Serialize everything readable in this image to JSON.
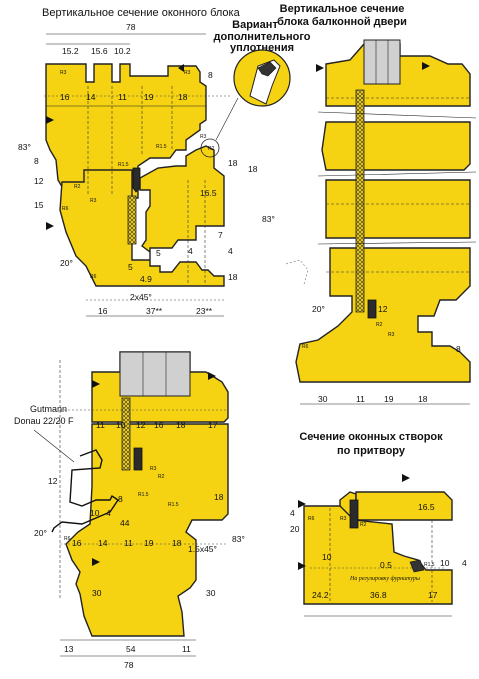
{
  "titles": {
    "window_frame": "Вертикальное сечение оконного блока",
    "variant_line1": "Вариант",
    "variant_line2": "дополнительного",
    "variant_line3": "уплотнения",
    "door_line1": "Вертикальное сечение",
    "door_line2": "блока балконной двери",
    "sash_line1": "Сечение оконных створок",
    "sash_line2": "по притвору"
  },
  "callout": {
    "line1": "Gutmann",
    "line2": "Donau 22/20 F"
  },
  "note": {
    "fittings": "На регулировку фурнитуры"
  },
  "colors": {
    "profile": "#f5d312",
    "outline": "#222222",
    "glass": "#d0d0d0"
  },
  "frame": {
    "d78": "78",
    "d15_2": "15.2",
    "d15_6": "15.6",
    "d10_2": "10.2",
    "d8": "8",
    "d16": "16",
    "d14": "14",
    "d11": "11",
    "d19": "19",
    "d18": "18",
    "d83": "83°",
    "d8b": "8",
    "d12": "12",
    "d15": "15",
    "d18b": "18",
    "d18c": "18",
    "d16_5": "16.5",
    "d83b": "83°",
    "d7": "7",
    "d5": "5",
    "d5b": "5",
    "d4_9": "4.9",
    "d4": "4",
    "d4b": "4",
    "d18d": "18",
    "d20": "20°",
    "d2x45": "2x45°",
    "d16b": "16",
    "d37": "37**",
    "d23": "23**",
    "r3": "R3",
    "r3b": "R3",
    "r2": "R2",
    "r1_5": "R1.5",
    "r1_5b": "R1.5",
    "r3c": "R3",
    "r6": "R6",
    "r6b": "R6",
    "r2b": "R2",
    "r3d": "R3"
  },
  "door": {
    "d20": "20°",
    "d12": "12",
    "d8": "8",
    "d30": "30",
    "d11": "11",
    "d19": "19",
    "d18": "18",
    "r6": "R6",
    "r2": "R2",
    "r3": "R3"
  },
  "bottom": {
    "d11": "11",
    "d10": "10",
    "d12": "12",
    "d16": "16",
    "d18": "18",
    "d17": "17",
    "d12b": "12",
    "d8": "8",
    "d18b": "18",
    "d10b": "10",
    "d4": "4",
    "d44": "44",
    "d16b": "16",
    "d14": "14",
    "d11b": "11",
    "d19": "19",
    "d18c": "18",
    "d1_5x45": "1.5x45°",
    "d83": "83°",
    "d20": "20°",
    "d30": "30",
    "d30b": "30",
    "d13": "13",
    "d54": "54",
    "d11c": "11",
    "d78": "78",
    "r1_5": "R1.5",
    "r1_5b": "R1.5",
    "r6": "R6",
    "r3": "R3",
    "r2": "R2"
  },
  "sash": {
    "d16_5": "16.5",
    "d20": "20",
    "d4": "4",
    "d10": "10",
    "d0_5": "0.5",
    "d10b": "10",
    "d4b": "4",
    "d24_2": "24.2",
    "d36_8": "36.8",
    "d17": "17",
    "r3": "R3",
    "r2": "R2",
    "r1_5": "R1.5",
    "r6": "R6"
  }
}
